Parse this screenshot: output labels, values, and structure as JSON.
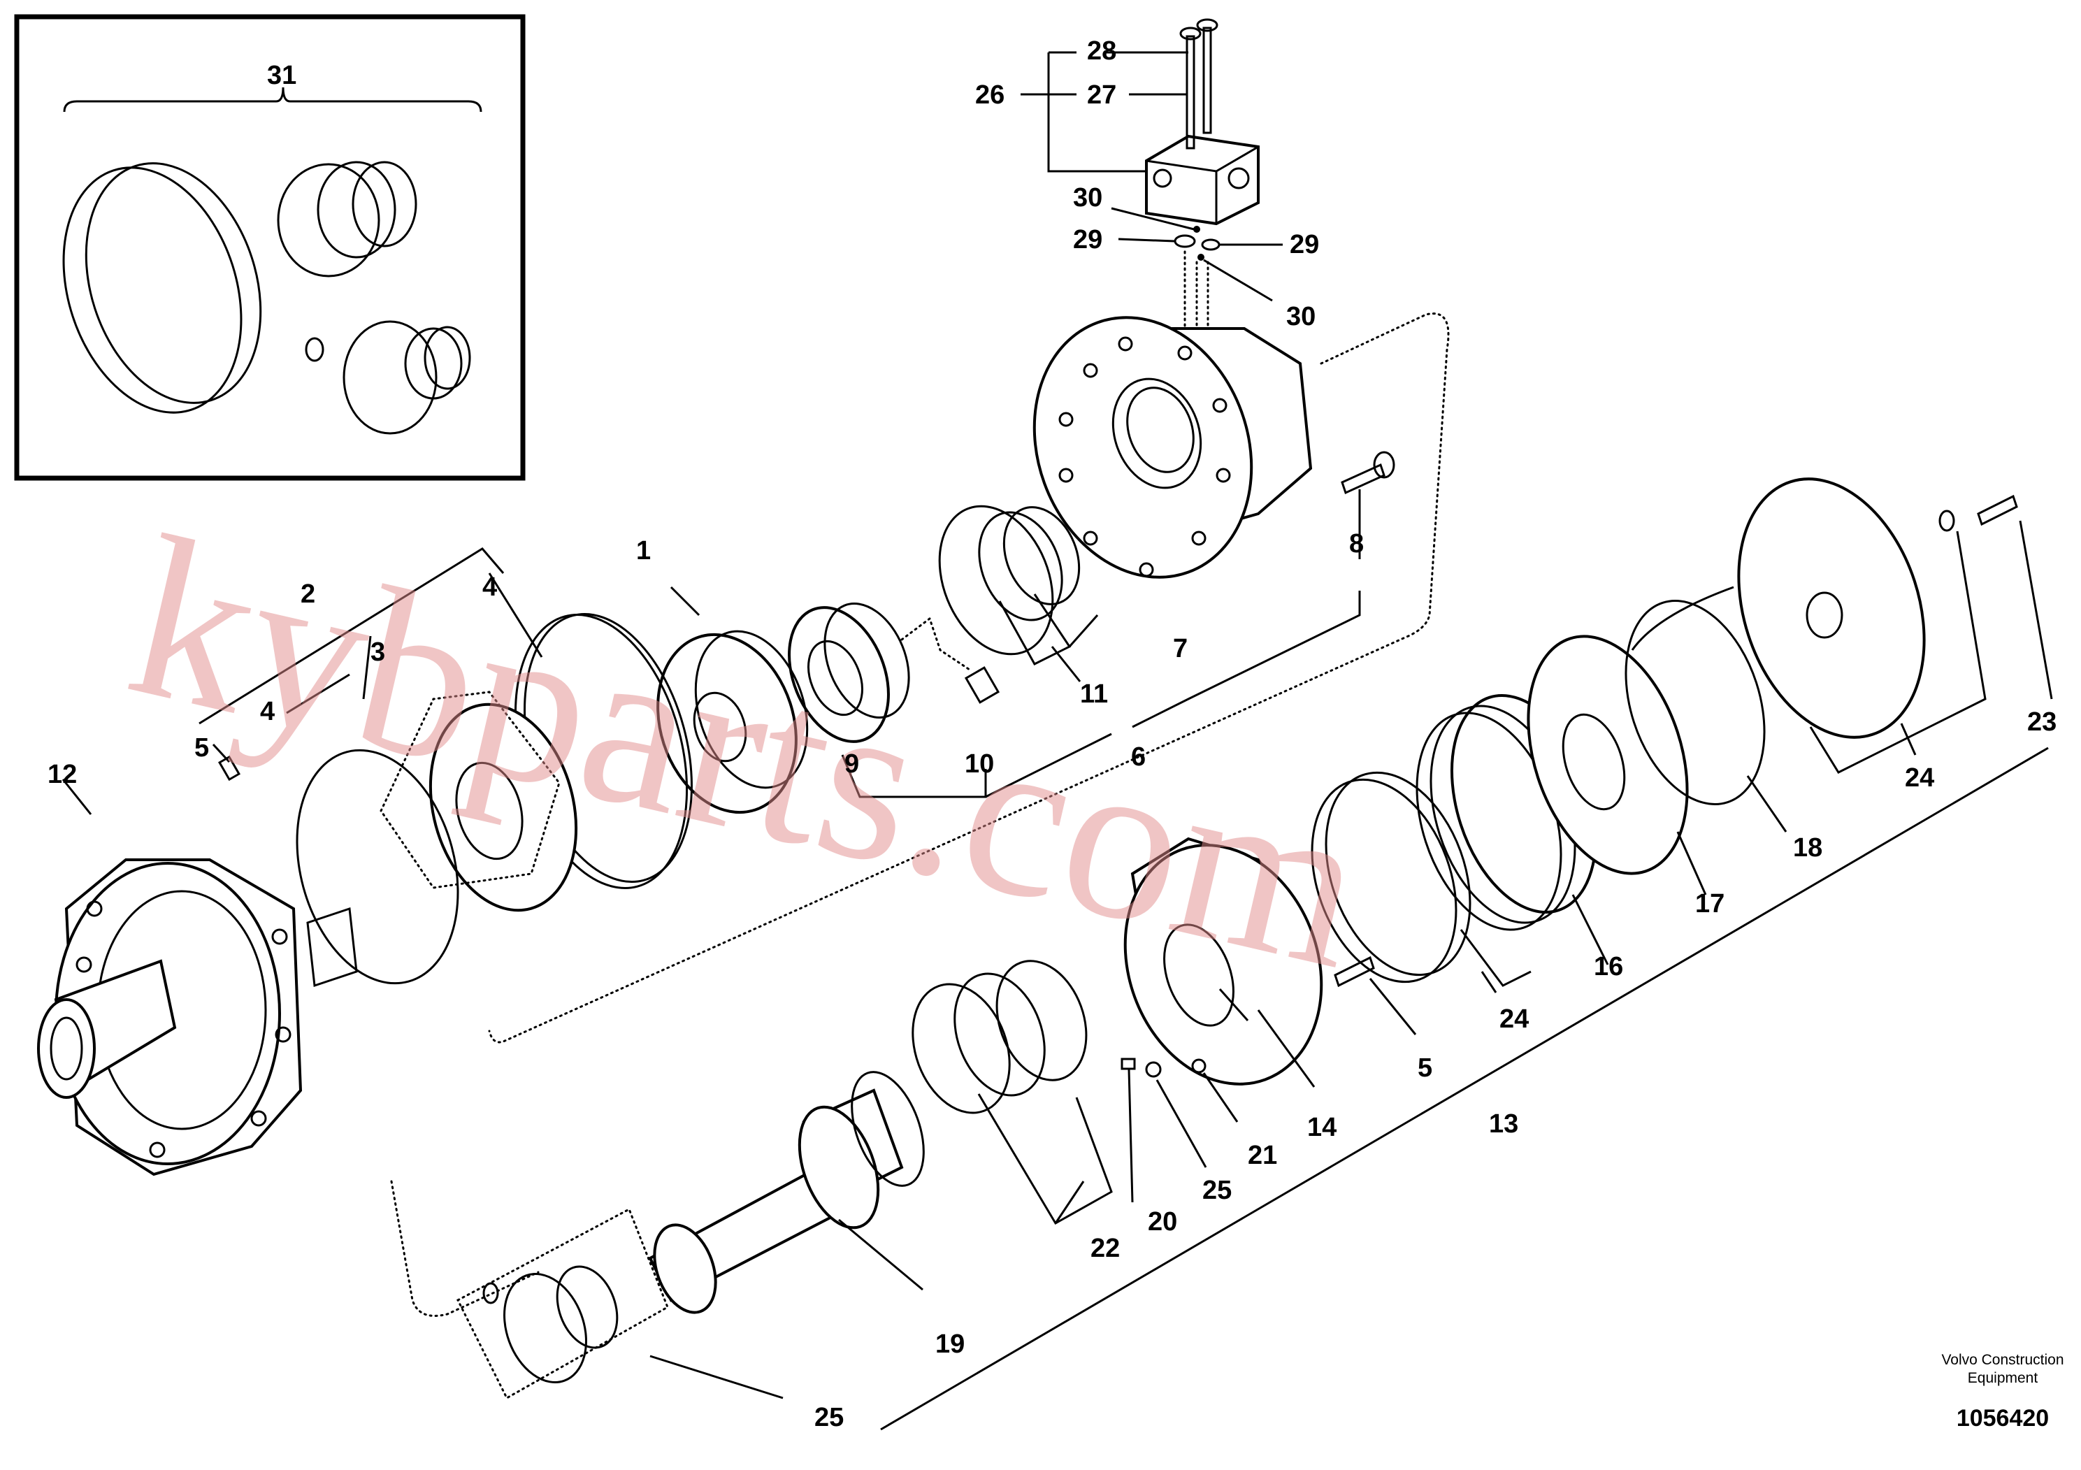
{
  "diagram": {
    "watermark": "kybparts.com",
    "credit_line1": "Volvo Construction",
    "credit_line2": "Equipment",
    "document_number": "1056420",
    "colors": {
      "ink": "#000000",
      "paper": "#ffffff",
      "watermark": "#e18c8c"
    },
    "callouts": {
      "c1": "1",
      "c2": "2",
      "c3": "3",
      "c4a": "4",
      "c4b": "4",
      "c5a": "5",
      "c5b": "5",
      "c6": "6",
      "c7": "7",
      "c8": "8",
      "c9": "9",
      "c10": "10",
      "c11": "11",
      "c12": "12",
      "c13": "13",
      "c14": "14",
      "c16": "16",
      "c17": "17",
      "c18": "18",
      "c19": "19",
      "c20": "20",
      "c21": "21",
      "c22": "22",
      "c23": "23",
      "c24a": "24",
      "c24b": "24",
      "c25a": "25",
      "c25b": "25",
      "c26": "26",
      "c27": "27",
      "c28": "28",
      "c29a": "29",
      "c29b": "29",
      "c30a": "30",
      "c30b": "30",
      "c31": "31"
    }
  }
}
